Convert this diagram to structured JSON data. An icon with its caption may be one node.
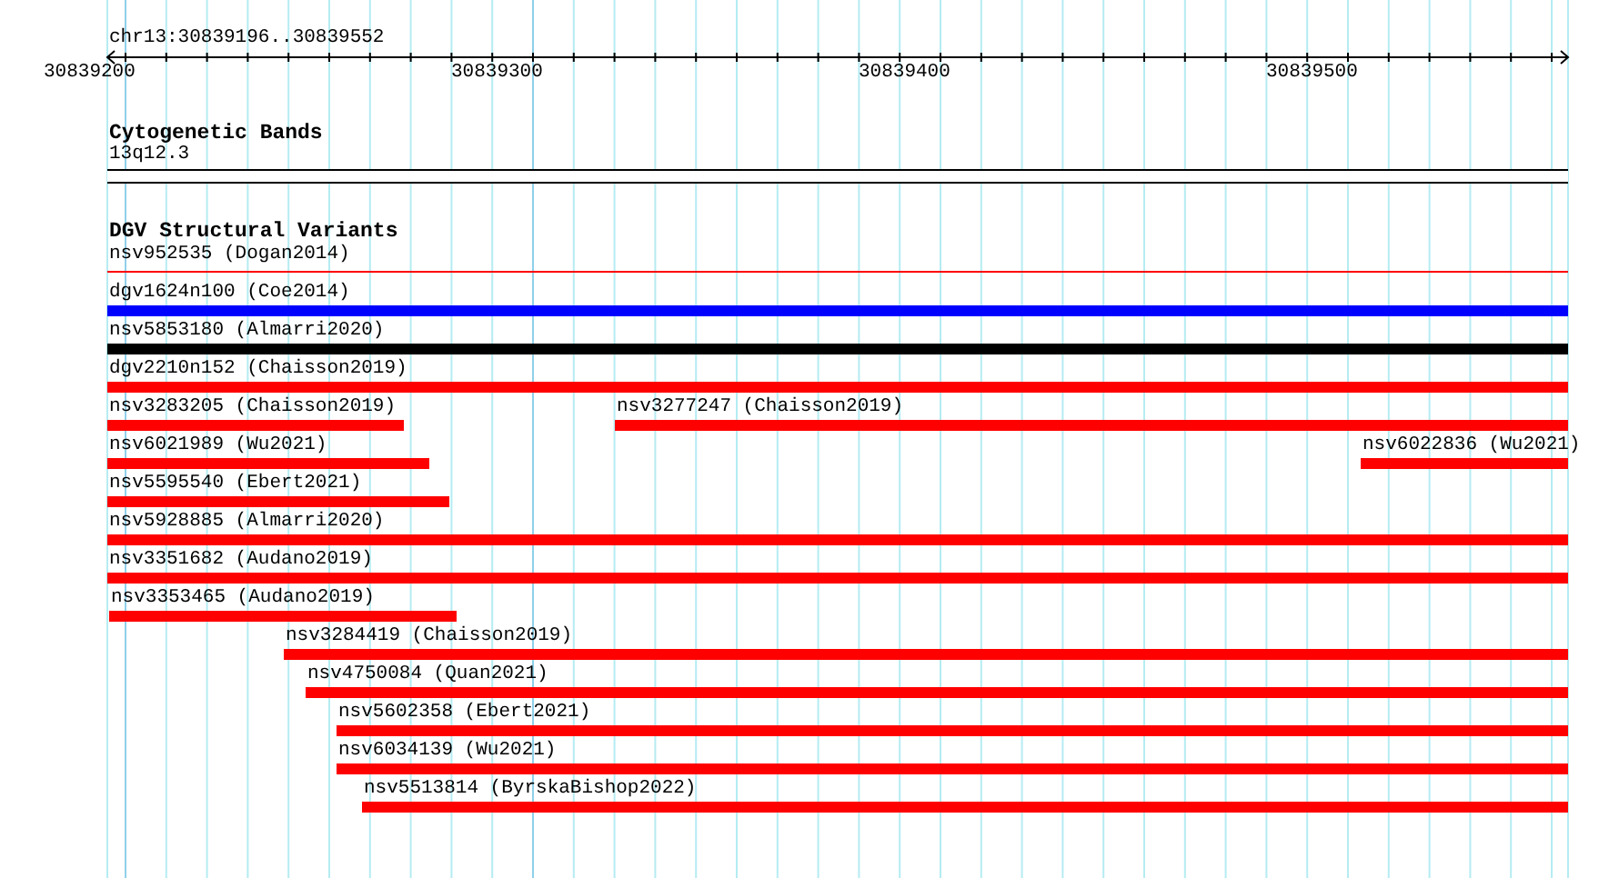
{
  "diagram": {
    "title": "chr13:30839196..30839552",
    "nodes": [
      {
        "text": [
          "13q12.3"
        ]
      },
      {
        "text": [
          "nsv952535 (Dogan2014)"
        ]
      },
      {
        "text": [
          "dgv1624n100 (Coe2014)"
        ]
      },
      {
        "text": [
          "nsv5853180 (Almarri2020)"
        ]
      },
      {
        "text": [
          "dgv2210n152 (Chaisson2019)"
        ]
      },
      {
        "text": [
          "nsv3283205 (Chaisson2019)"
        ]
      },
      {
        "text": [
          "nsv3277247 (Chaisson2019)"
        ]
      },
      {
        "text": [
          "nsv6021989 (Wu2021)"
        ]
      },
      {
        "text": [
          "nsv6022836 (Wu2021)"
        ]
      },
      {
        "text": [
          "nsv5595540 (Ebert2021)"
        ]
      },
      {
        "text": [
          "nsv5928885 (Almarri2020)"
        ]
      },
      {
        "text": [
          "nsv3351682 (Audano2019)"
        ]
      },
      {
        "text": [
          "nsv3353465 (Audano2019)"
        ]
      },
      {
        "text": [
          "nsv3284419 (Chaisson2019)"
        ]
      },
      {
        "text": [
          "nsv4750084 (Quan2021)"
        ]
      },
      {
        "text": [
          "nsv5602358 (Ebert2021)"
        ]
      },
      {
        "text": [
          "nsv6034139 (Wu2021)"
        ]
      },
      {
        "text": [
          "nsv5513814 (ByrskaBishop2022)"
        ]
      }
    ],
    "labels": [
      "30839200",
      "30839300",
      "30839400",
      "30839500",
      "Cytogenetic Bands",
      "DGV Structural Variants"
    ]
  }
}
